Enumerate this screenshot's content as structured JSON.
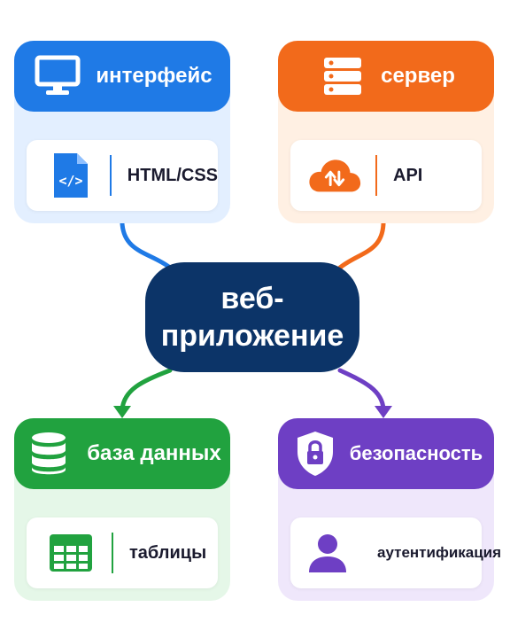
{
  "center": {
    "line1": "веб-",
    "line2": "приложение"
  },
  "nodes": {
    "interface": {
      "title": "интерфейс",
      "item": "HTML/CSS",
      "header_icon": "monitor-icon",
      "item_icon": "code-file-icon",
      "color": "#1f7ae6",
      "bg": "#e3efff"
    },
    "server": {
      "title": "сервер",
      "item": "API",
      "header_icon": "server-icon",
      "item_icon": "cloud-sync-icon",
      "color": "#f26a1b",
      "bg": "#fff0e3"
    },
    "database": {
      "title": "база данных",
      "item": "таблицы",
      "header_icon": "database-icon",
      "item_icon": "table-grid-icon",
      "color": "#21a23f",
      "bg": "#e5f7e8"
    },
    "security": {
      "title": "безопасность",
      "item": "аутентификация",
      "header_icon": "shield-lock-icon",
      "item_icon": "user-icon",
      "color": "#6e3fc4",
      "bg": "#efe7fb"
    }
  },
  "center_color": "#0c3468"
}
